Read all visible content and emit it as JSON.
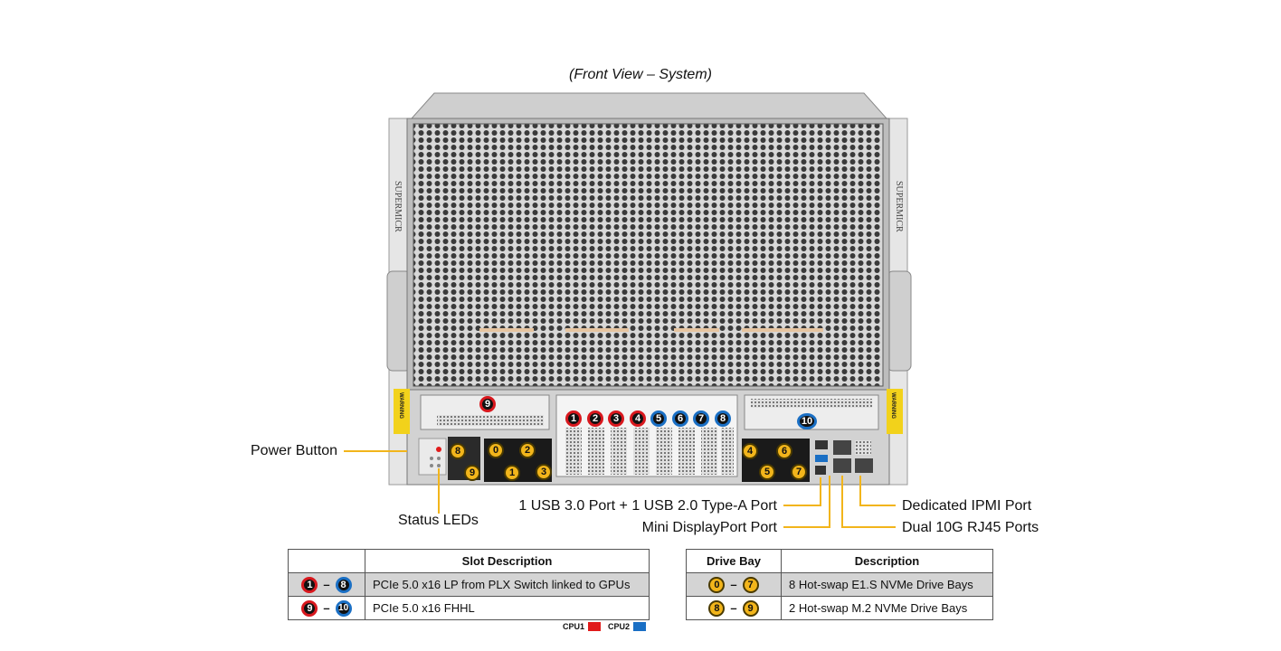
{
  "title": "(Front View – System)",
  "brand": "SUPERMICR",
  "warning": "WARNING",
  "callouts": {
    "power_button": "Power Button",
    "status_leds": "Status LEDs",
    "usb": "1 USB 3.0 Port + 1 USB 2.0 Type-A Port",
    "mini_dp": "Mini DisplayPort Port",
    "ipmi": "Dedicated IPMI Port",
    "rj45": "Dual 10G RJ45 Ports"
  },
  "slot_badges": [
    "1",
    "2",
    "3",
    "4",
    "5",
    "6",
    "7",
    "8"
  ],
  "slot_badge_colors": [
    "red",
    "red",
    "red",
    "red",
    "blue",
    "blue",
    "blue",
    "blue"
  ],
  "fhhl_left": "9",
  "fhhl_right": "10",
  "drive_badges": [
    "8",
    "9",
    "0",
    "2",
    "1",
    "3",
    "4",
    "6",
    "5",
    "7"
  ],
  "slot_table": {
    "header_col1": "",
    "header_col2": "Slot Description",
    "rows": [
      {
        "from": "1",
        "to": "8",
        "desc": "PCIe 5.0 x16 LP from PLX Switch linked to GPUs"
      },
      {
        "from": "9",
        "to": "10",
        "desc": "PCIe 5.0 x16 FHHL"
      }
    ],
    "separator": "–"
  },
  "drive_table": {
    "header_col1": "Drive Bay",
    "header_col2": "Description",
    "rows": [
      {
        "from": "0",
        "to": "7",
        "desc": "8 Hot-swap E1.S NVMe Drive Bays"
      },
      {
        "from": "8",
        "to": "9",
        "desc": "2 Hot-swap M.2 NVMe Drive Bays"
      }
    ],
    "separator": "–"
  },
  "legend": {
    "cpu1": "CPU1",
    "cpu2": "CPU2"
  },
  "colors": {
    "cpu1": "#e11b1b",
    "cpu2": "#1a6fc4",
    "callout": "#f2b51b",
    "drive": "#f2b51b"
  }
}
